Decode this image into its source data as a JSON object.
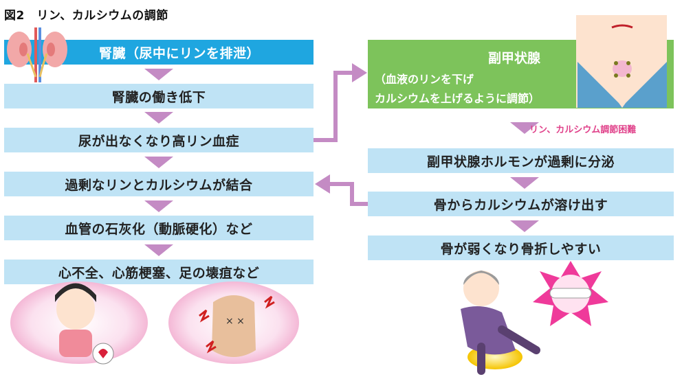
{
  "title": "図2　リン、カルシウムの調節",
  "left_flow": [
    "腎臓（尿中にリンを排泄）",
    "腎臓の働き低下",
    "尿が出なくなり高リン血症",
    "過剰なリンとカルシウムが結合",
    "血管の石灰化（動脈硬化）など",
    "心不全、心筋梗塞、足の壊疽など"
  ],
  "gland": {
    "title": "副甲状腺",
    "sub1": "（血液のリンを下げ",
    "sub2": "カルシウムを上げるように調節）"
  },
  "note": "リン、カルシウム調節困難",
  "right_flow": [
    "副甲状腺ホルモンが過剰に分泌",
    "骨からカルシウムが溶け出す",
    "骨が弱くなり骨折しやすい"
  ],
  "colors": {
    "box": "#bfe3f5",
    "box_head": "#1fa6e0",
    "gland": "#7dc35b",
    "arrow": "#c48bc4",
    "note": "#e0418a"
  },
  "icons": [
    "kidney-icon",
    "neck-icon",
    "chest-pain-person-icon",
    "painful-foot-icon",
    "falling-elderly-icon",
    "broken-bone-icon"
  ]
}
